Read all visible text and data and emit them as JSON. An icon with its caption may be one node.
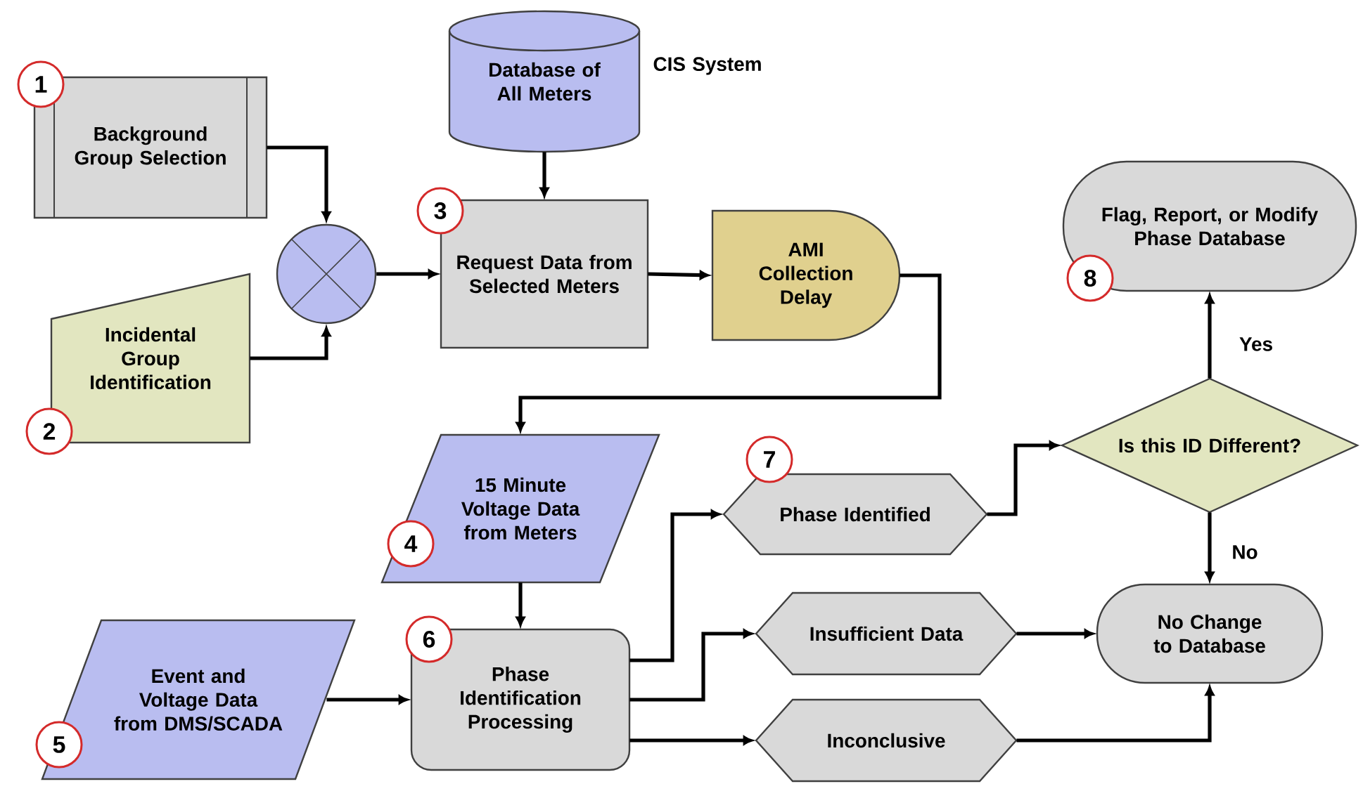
{
  "diagram": {
    "nodes": [
      {
        "text": [
          "Background Group Selection"
        ]
      },
      {
        "text": [
          "Incidental Group Identification"
        ]
      },
      {
        "text": [],
        "shape": "circle"
      },
      {
        "text": [
          "Database of All Meters"
        ],
        "beside": [
          "CIS System"
        ]
      },
      {
        "text": [
          "Request Data from Selected Meters"
        ]
      },
      {
        "text": [
          "AMI Collection Delay"
        ]
      },
      {
        "text": [
          "15 Minute Voltage Data from Meters"
        ]
      },
      {
        "text": [
          "Event and Voltage Data from DMS/SCADA"
        ]
      },
      {
        "text": [
          "Phase Identification Processing"
        ]
      },
      {
        "text": [
          "Phase Identified"
        ]
      },
      {
        "text": [
          "Insufficient Data"
        ]
      },
      {
        "text": [
          "Inconclusive"
        ]
      },
      {
        "text": [
          "Is this ID Different?"
        ]
      },
      {
        "text": [
          "Flag, Report, or Modify Phase Database"
        ]
      },
      {
        "text": [
          "No Change to Database"
        ]
      }
    ],
    "edges": [
      {
        "from": 0,
        "to": 2,
        "arrow": "to"
      },
      {
        "from": 1,
        "to": 2,
        "arrow": "to"
      },
      {
        "from": 2,
        "to": 4,
        "arrow": "to"
      },
      {
        "from": 3,
        "to": 4,
        "arrow": "to"
      },
      {
        "from": 4,
        "to": 5,
        "arrow": "to"
      },
      {
        "from": 5,
        "to": 6,
        "arrow": "to"
      },
      {
        "from": 6,
        "to": 8,
        "arrow": "to"
      },
      {
        "from": 7,
        "to": 8,
        "arrow": "to"
      },
      {
        "from": 8,
        "to": 9,
        "arrow": "to"
      },
      {
        "from": 8,
        "to": 10,
        "arrow": "to"
      },
      {
        "from": 8,
        "to": 11,
        "arrow": "to"
      },
      {
        "from": 9,
        "to": 12,
        "arrow": "to"
      },
      {
        "from": 12,
        "to": 13,
        "label": "Yes",
        "arrow": "to"
      },
      {
        "from": 12,
        "to": 14,
        "label": "No",
        "arrow": "to"
      },
      {
        "from": 10,
        "to": 14,
        "arrow": "to"
      },
      {
        "from": 11,
        "to": 14,
        "arrow": "to"
      }
    ],
    "labels": [
      "1",
      "2",
      "3",
      "4",
      "5",
      "6",
      "7",
      "8"
    ]
  }
}
